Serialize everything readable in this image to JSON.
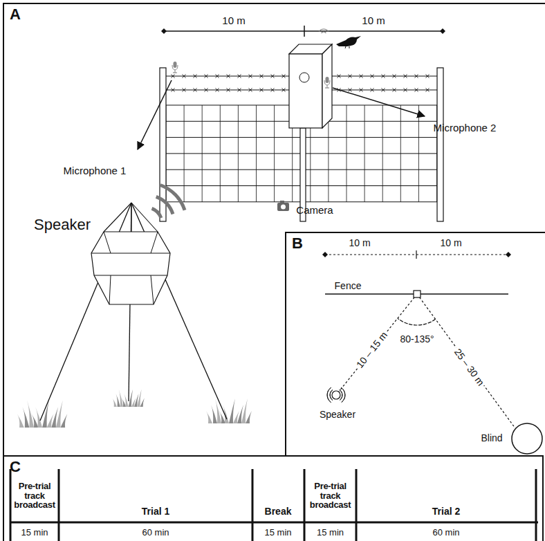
{
  "diagram": {
    "nodes": [
      {
        "text": [
          "A"
        ]
      },
      {
        "text": [
          "B"
        ],
        "in": 0
      },
      {
        "text": [
          "C"
        ]
      }
    ],
    "labels": [
      "10 m",
      "10 m",
      "Microphone 1",
      "Microphone 2",
      "Camera",
      "Speaker",
      "10 m",
      "10 m",
      "Fence",
      "10 – 15 m",
      "80-135°",
      "25 – 30 m",
      "Speaker",
      "Blind",
      "Pre-trial track broadcast",
      "Trial 1",
      "Break",
      "Pre-trial track broadcast",
      "Trial 2",
      "15 min",
      "60 min",
      "15 min",
      "15 min",
      "60 min"
    ]
  }
}
